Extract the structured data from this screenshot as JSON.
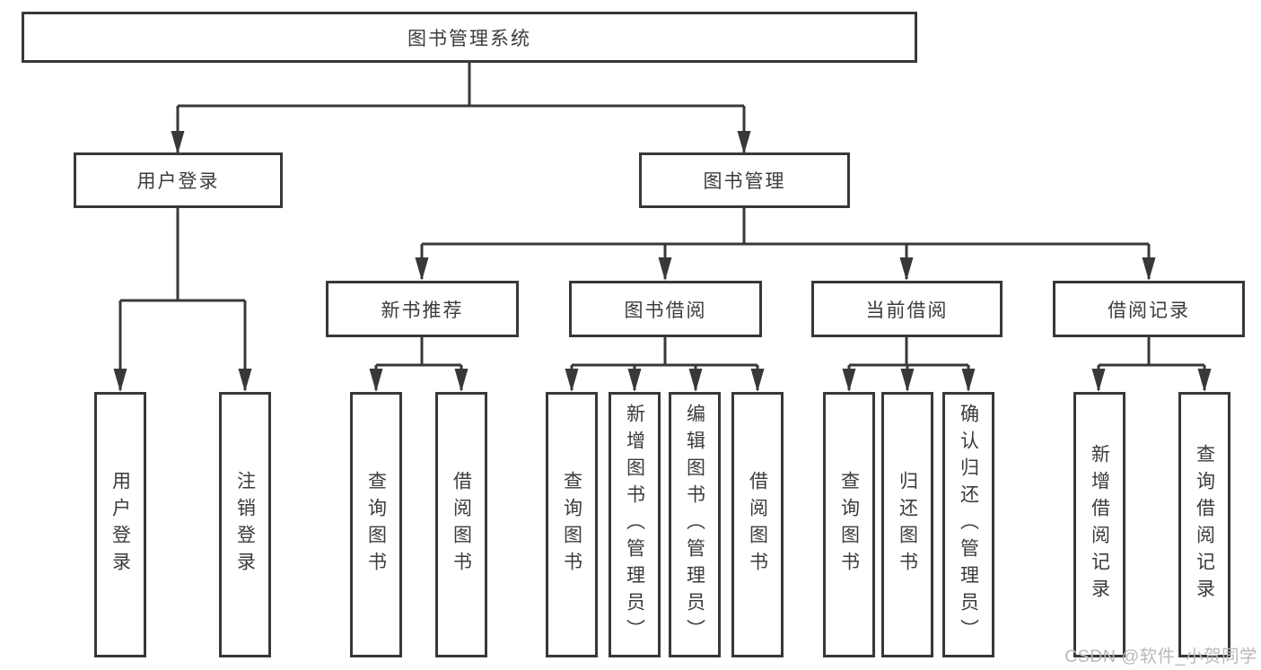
{
  "title": "图书管理系统",
  "branches": {
    "user": {
      "label": "用户登录",
      "children": [
        "用户登录",
        "注销登录"
      ]
    },
    "book": {
      "label": "图书管理",
      "modules": [
        {
          "label": "新书推荐",
          "children": [
            "查询图书",
            "借阅图书"
          ]
        },
        {
          "label": "图书借阅",
          "children": [
            "查询图书",
            "新增图书（管理员）",
            "编辑图书（管理员）",
            "借阅图书"
          ]
        },
        {
          "label": "当前借阅",
          "children": [
            "查询图书",
            "归还图书",
            "确认归还（管理员）"
          ]
        },
        {
          "label": "借阅记录",
          "children": [
            "新增借阅记录",
            "查询借阅记录"
          ]
        }
      ]
    }
  },
  "watermark": "CSDN @软件_小贺同学",
  "colors": {
    "line": "#383838",
    "text": "#3b3b3b",
    "box_background": "#ffffff",
    "page_background": "#ffffff",
    "watermark": "#b9b9b9"
  }
}
